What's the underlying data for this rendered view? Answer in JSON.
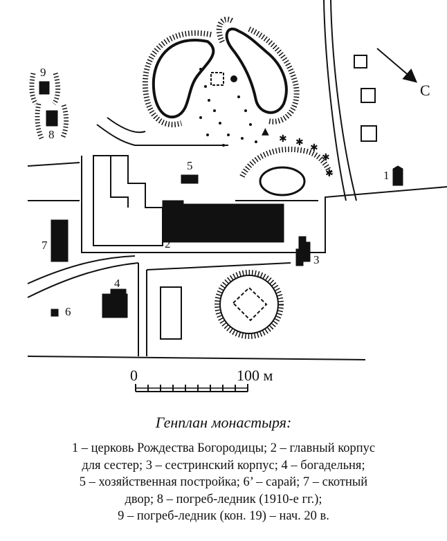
{
  "map": {
    "labels": {
      "l1": "1",
      "l2": "2",
      "l3": "3",
      "l4": "4",
      "l5": "5",
      "l6": "6",
      "l7": "7",
      "l8": "8",
      "l9": "9"
    },
    "north": "С",
    "scale": {
      "zero": "0",
      "hundred": "100 м"
    }
  },
  "caption": {
    "title": "Генплан монастыря:",
    "legend_lines": [
      "1 – церковь Рождества Богородицы; 2  – главный корпус",
      "для сестер; 3 – сестринский корпус; 4 – богадельня;",
      "5 – хозяйственная постройка; 6’ – сарай; 7 – скотный",
      "двор; 8 – погреб-ледник (1910-е гг.);",
      "9 – погреб-ледник (кон. 19) – нач. 20 в."
    ]
  }
}
